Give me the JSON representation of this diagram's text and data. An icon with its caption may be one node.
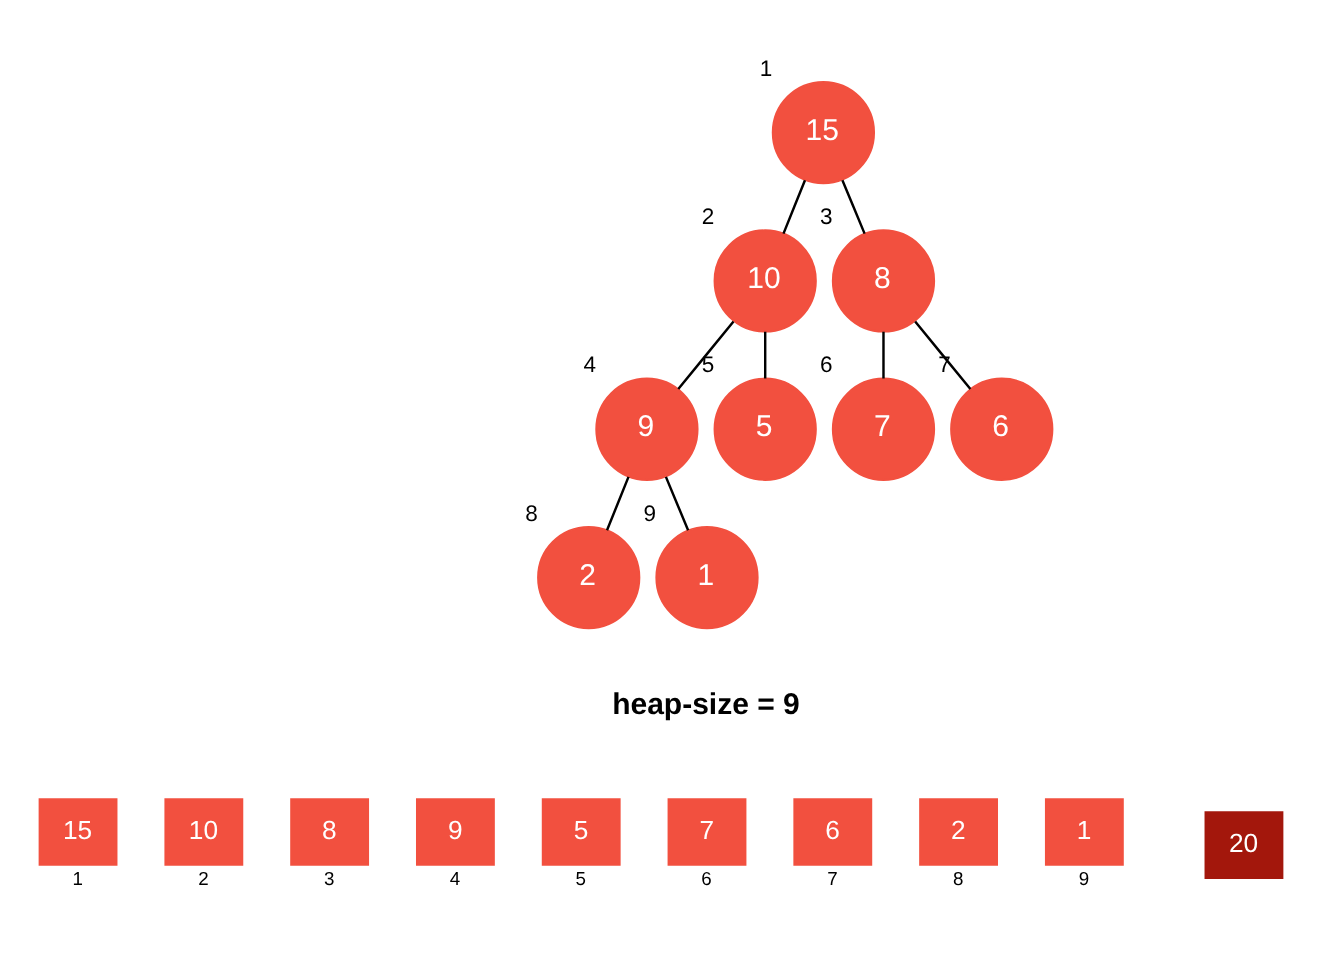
{
  "diagram": {
    "nodes": [
      {
        "text": [
          "15"
        ],
        "beside": [
          "1"
        ]
      },
      {
        "text": [
          "10"
        ],
        "beside": [
          "2"
        ]
      },
      {
        "text": [
          "8"
        ],
        "beside": [
          "3"
        ]
      },
      {
        "text": [
          "9"
        ],
        "beside": [
          "4"
        ]
      },
      {
        "text": [
          "5"
        ],
        "beside": [
          "5"
        ]
      },
      {
        "text": [
          "7"
        ],
        "beside": [
          "6"
        ]
      },
      {
        "text": [
          "6"
        ],
        "beside": [
          "7"
        ]
      },
      {
        "text": [
          "2"
        ],
        "beside": [
          "8"
        ]
      },
      {
        "text": [
          "1"
        ],
        "beside": [
          "9"
        ]
      },
      {
        "text": [
          "15"
        ],
        "beside": [
          "1"
        ]
      },
      {
        "text": [
          "10"
        ],
        "beside": [
          "2"
        ]
      },
      {
        "text": [
          "8"
        ],
        "beside": [
          "3"
        ]
      },
      {
        "text": [
          "9"
        ],
        "beside": [
          "4"
        ]
      },
      {
        "text": [
          "5"
        ],
        "beside": [
          "5"
        ]
      },
      {
        "text": [
          "7"
        ],
        "beside": [
          "6"
        ]
      },
      {
        "text": [
          "6"
        ],
        "beside": [
          "7"
        ]
      },
      {
        "text": [
          "2"
        ],
        "beside": [
          "8"
        ]
      },
      {
        "text": [
          "1"
        ],
        "beside": [
          "9"
        ]
      },
      {
        "text": [
          "20"
        ]
      }
    ],
    "edges": [
      {
        "from": 0,
        "to": 1,
        "arrow": "none"
      },
      {
        "from": 0,
        "to": 2,
        "arrow": "none"
      },
      {
        "from": 1,
        "to": 3,
        "arrow": "none"
      },
      {
        "from": 1,
        "to": 4,
        "arrow": "none"
      },
      {
        "from": 2,
        "to": 5,
        "arrow": "none"
      },
      {
        "from": 2,
        "to": 6,
        "arrow": "none"
      },
      {
        "from": 3,
        "to": 7,
        "arrow": "none"
      },
      {
        "from": 3,
        "to": 8,
        "arrow": "none"
      }
    ],
    "labels": [
      "heap-size = 9"
    ]
  }
}
